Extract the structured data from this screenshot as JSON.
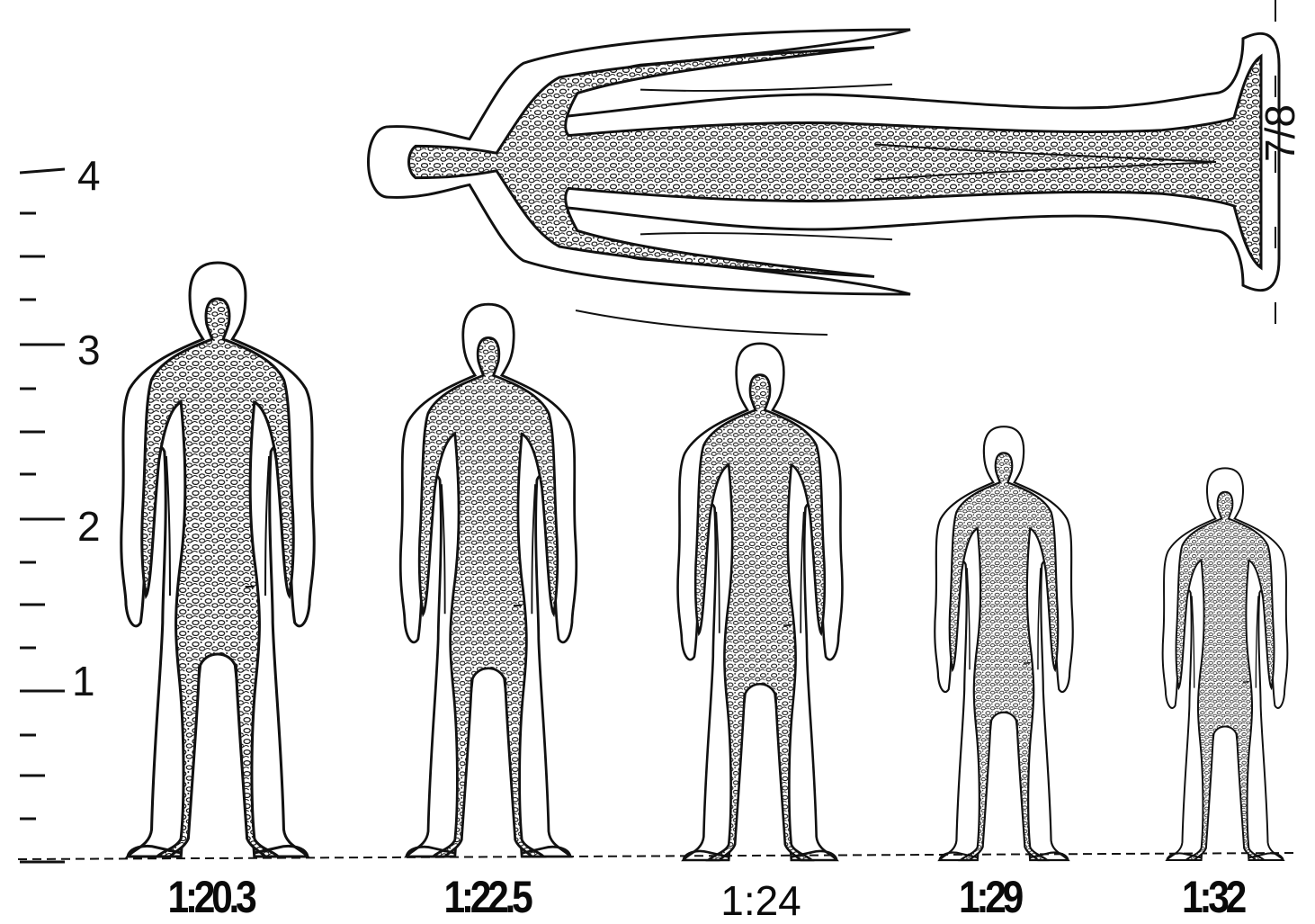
{
  "ruler": {
    "labels": [
      "4",
      "3",
      "2",
      "1"
    ]
  },
  "figures": {
    "lying_scale": "7/8",
    "standing_scales": [
      "1:20.3",
      "1:22.5",
      "1:24",
      "1:29",
      "1:32"
    ]
  },
  "colors": {
    "ink": "#111111",
    "background": "#ffffff"
  }
}
